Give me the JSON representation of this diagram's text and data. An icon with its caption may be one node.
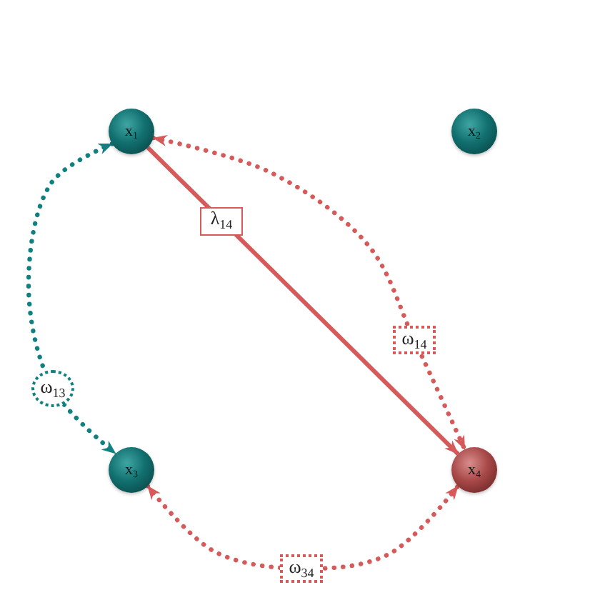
{
  "diagram": {
    "nodes": [
      {
        "text": [
          "x$_{1}$"
        ]
      },
      {
        "text": [
          "x$_{2}$"
        ]
      },
      {
        "text": [
          "x$_{3}$"
        ]
      },
      {
        "text": [
          "x$_{4}$"
        ]
      }
    ],
    "edges": [
      {
        "from": 0,
        "to": 3,
        "arrow": "to",
        "label": "λ$_{14}$",
        "color": "#d65a5a"
      },
      {
        "from": 0,
        "to": 3,
        "arrow": "both",
        "label": "ω$_{14}$",
        "style": "dashed",
        "color": "#d65a5a"
      },
      {
        "from": 0,
        "to": 2,
        "arrow": "both",
        "label": "ω$_{13}$",
        "style": "dashed",
        "color": "#118080"
      },
      {
        "from": 2,
        "to": 3,
        "arrow": "both",
        "label": "ω$_{34}$",
        "style": "dashed",
        "color": "#d65a5a"
      }
    ]
  }
}
